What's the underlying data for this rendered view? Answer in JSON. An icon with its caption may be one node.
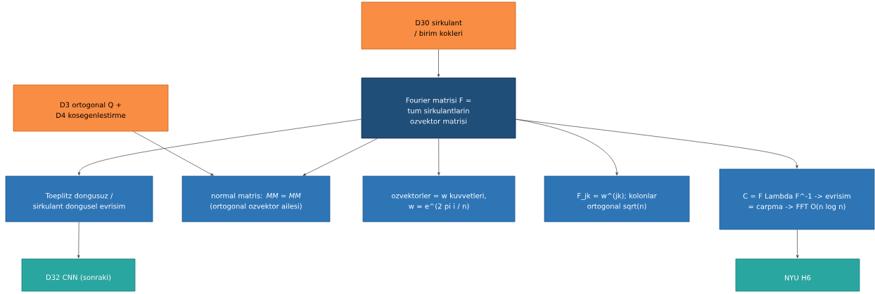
{
  "diagram": {
    "nodes": [
      {
        "text": [
          "D30 sirkulant / birim kokleri"
        ]
      },
      {
        "text": [
          "D3 ortogonal Q + D4 kosegenlestirme"
        ]
      },
      {
        "text": [
          "Fourier matrisi F = tum sirkulantlarin ozvektor matrisi"
        ]
      },
      {
        "text": [
          "Toeplitz dongusuz / sirkulant dongusel evrisim"
        ]
      },
      {
        "text": [
          "normal matris: *MM* = *MM* (ortogonal ozvektor ailesi)"
        ]
      },
      {
        "text": [
          "ozvektorler = w kuvvetleri, w = e^(2 pi i / n)"
        ]
      },
      {
        "text": [
          "F_jk = w^(jk); kolonlar ortogonal sqrt(n)"
        ]
      },
      {
        "text": [
          "C = F Lambda F^-1 -> evrisim = carpma -> FFT O(n log n)"
        ]
      },
      {
        "text": [
          "D32 CNN (sonraki)"
        ]
      },
      {
        "text": [
          "NYU H6"
        ]
      }
    ],
    "edges": [
      {
        "from": 0,
        "to": 2,
        "arrow": "to"
      },
      {
        "from": 2,
        "to": 3,
        "arrow": "to"
      },
      {
        "from": 2,
        "to": 4,
        "arrow": "to"
      },
      {
        "from": 1,
        "to": 4,
        "arrow": "to"
      },
      {
        "from": 2,
        "to": 5,
        "arrow": "to"
      },
      {
        "from": 2,
        "to": 6,
        "arrow": "to"
      },
      {
        "from": 2,
        "to": 7,
        "arrow": "to"
      },
      {
        "from": 3,
        "to": 8,
        "arrow": "to"
      },
      {
        "from": 7,
        "to": 9,
        "arrow": "to"
      }
    ]
  }
}
